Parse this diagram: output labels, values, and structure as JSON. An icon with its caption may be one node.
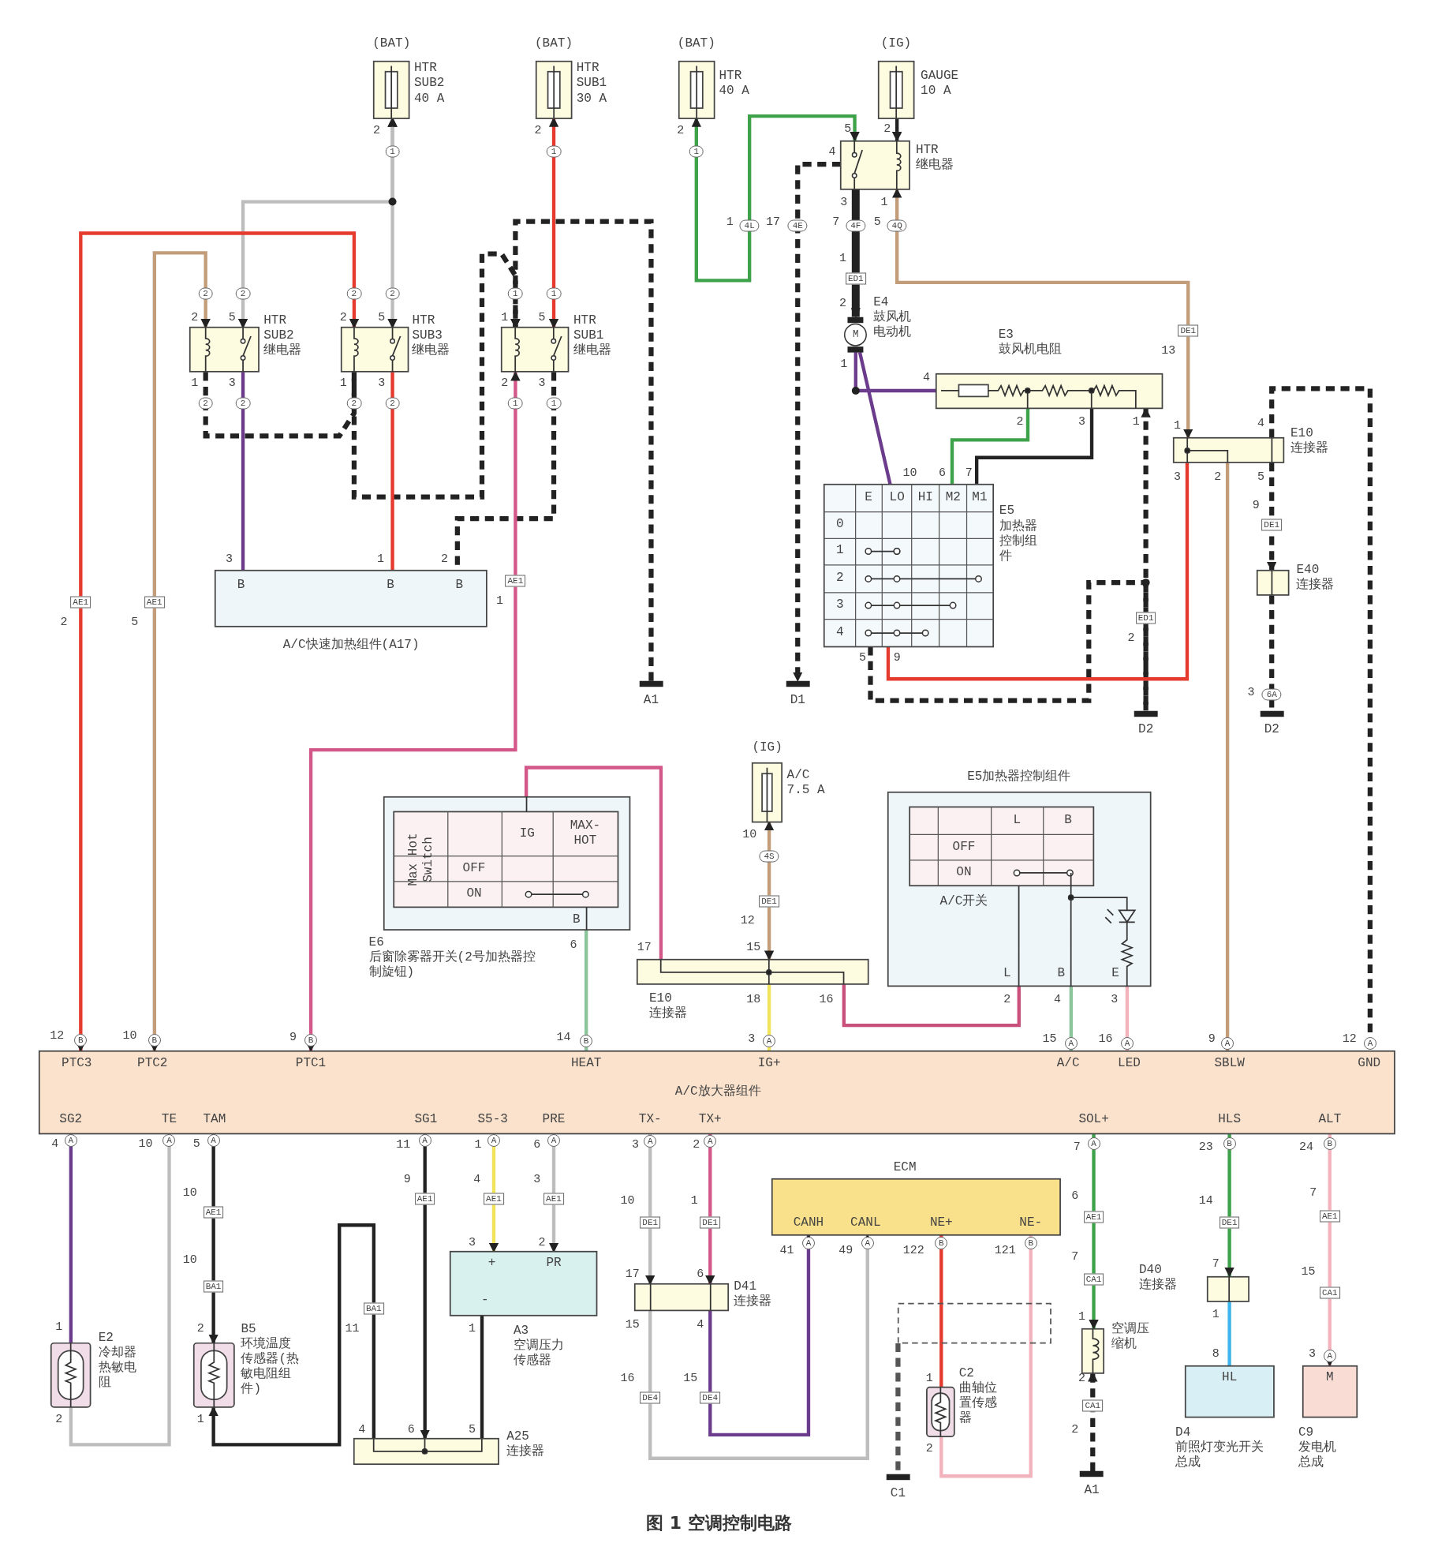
{
  "diagram": {
    "caption": "图 1 空调控制电路",
    "nodes": [
      {
        "text": [
          "(BAT)",
          "HTR SUB2 40 A"
        ]
      },
      {
        "text": [
          "(BAT)",
          "HTR SUB1 30 A"
        ]
      },
      {
        "text": [
          "(BAT)",
          "HTR 40 A"
        ]
      },
      {
        "text": [
          "(IG)",
          "GAUGE 10 A"
        ]
      },
      {
        "text": [
          "HTR 继电器"
        ]
      },
      {
        "text": [
          "HTR SUB2 继电器"
        ]
      },
      {
        "text": [
          "HTR SUB3 继电器"
        ]
      },
      {
        "text": [
          "HTR SUB1 继电器"
        ]
      },
      {
        "text": [
          "B",
          "B",
          "B",
          "A/C快速加热组件(A17)"
        ]
      },
      {
        "text": [
          "A1"
        ]
      },
      {
        "text": [
          "D1"
        ]
      },
      {
        "text": [
          "M",
          "E4 鼓风机电动机"
        ]
      },
      {
        "text": [
          "E3 鼓风机电阻"
        ]
      },
      {
        "text": [
          "E",
          "LO",
          "HI",
          "M2",
          "M1",
          "0",
          "1",
          "2",
          "3",
          "4",
          "E5 加热器控制组件"
        ]
      },
      {
        "text": [
          "E10 连接器"
        ]
      },
      {
        "text": [
          "E40 连接器"
        ]
      },
      {
        "text": [
          "D2"
        ]
      },
      {
        "text": [
          "D2"
        ]
      },
      {
        "text": [
          "Max Hot Switch",
          "IG",
          "MAX-HOT",
          "OFF",
          "ON",
          "B",
          "E6 后窗除雾器开关(2号加热器控制旋钮)"
        ]
      },
      {
        "text": [
          "(IG)",
          "A/C 7.5 A"
        ]
      },
      {
        "text": [
          "E10 连接器"
        ]
      },
      {
        "text": [
          "E5加热器控制组件",
          "L",
          "B",
          "OFF",
          "ON",
          "A/C开关",
          "L",
          "B",
          "E"
        ]
      },
      {
        "text": [
          "PTC3",
          "PTC2",
          "PTC1",
          "HEAT",
          "IG+",
          "A/C",
          "LED",
          "SBLW",
          "GND",
          "A/C放大器组件",
          "SG2",
          "TE",
          "TAM",
          "SG1",
          "S5-3",
          "PRE",
          "TX-",
          "TX+",
          "SOL+",
          "HLS",
          "ALT"
        ]
      },
      {
        "text": [
          "ECM",
          "CANH",
          "CANL",
          "NE+",
          "NE-"
        ]
      },
      {
        "text": [
          "E2 冷却器热敏电阻"
        ]
      },
      {
        "text": [
          "B5 环境温度传感器(热敏电阻组件)"
        ]
      },
      {
        "text": [
          "A25 连接器"
        ]
      },
      {
        "text": [
          "+",
          "PR",
          "-",
          "A3 空调压力传感器"
        ]
      },
      {
        "text": [
          "D41 连接器"
        ]
      },
      {
        "text": [
          "C2 曲轴位置传感器"
        ]
      },
      {
        "text": [
          "C1"
        ]
      },
      {
        "text": [
          "空调压缩机"
        ]
      },
      {
        "text": [
          "A1"
        ]
      },
      {
        "text": [
          "D40 连接器"
        ]
      },
      {
        "text": [
          "HL",
          "D4 前照灯变光开关总成"
        ]
      },
      {
        "text": [
          "M",
          "C9 发电机总成"
        ]
      }
    ],
    "edges": [
      {
        "from": 0,
        "to": 5,
        "arrow": "both",
        "color": "#bdbdbd"
      },
      {
        "from": 0,
        "to": 6,
        "arrow": "both",
        "color": "#bdbdbd"
      },
      {
        "from": 1,
        "to": 7,
        "arrow": "both",
        "color": "#e53b2f"
      },
      {
        "from": 2,
        "to": 4,
        "arrow": "both",
        "color": "#3da24a"
      },
      {
        "from": 3,
        "to": 4,
        "arrow": "to",
        "color": "#222222"
      },
      {
        "from": 4,
        "to": 11,
        "arrow": "to",
        "style": "thick",
        "color": "#222222"
      },
      {
        "from": 4,
        "to": 10,
        "arrow": "to",
        "style": "dashed",
        "color": "#222222"
      },
      {
        "from": 4,
        "to": 14,
        "arrow": "both",
        "color": "#c39c7a"
      },
      {
        "from": 11,
        "to": 12,
        "arrow": "none",
        "color": "#6b3b8c"
      },
      {
        "from": 11,
        "to": 13,
        "arrow": "none",
        "color": "#6b3b8c"
      },
      {
        "from": 12,
        "to": 13,
        "arrow": "none",
        "color": "#3da24a"
      },
      {
        "from": 12,
        "to": 13,
        "arrow": "none",
        "color": "#222222"
      },
      {
        "from": 16,
        "to": 12,
        "arrow": "to",
        "style": "dashed",
        "color": "#222222"
      },
      {
        "from": 13,
        "to": 16,
        "arrow": "none",
        "style": "dashed",
        "color": "#222222"
      },
      {
        "from": 13,
        "to": 14,
        "arrow": "none",
        "color": "#e53b2f"
      },
      {
        "from": 14,
        "to": 22,
        "arrow": "none",
        "color": "#c39c7a"
      },
      {
        "from": 14,
        "to": 15,
        "arrow": "to",
        "style": "dashed",
        "color": "#222222"
      },
      {
        "from": 15,
        "to": 17,
        "arrow": "none",
        "style": "dashed",
        "color": "#222222"
      },
      {
        "from": 14,
        "to": 22,
        "arrow": "none",
        "style": "dashed",
        "color": "#222222"
      },
      {
        "from": 9,
        "to": 7,
        "arrow": "to",
        "style": "dashed",
        "color": "#222222"
      },
      {
        "from": 5,
        "to": 6,
        "arrow": "none",
        "style": "dashed",
        "color": "#222222"
      },
      {
        "from": 6,
        "to": 7,
        "arrow": "to",
        "style": "dashed",
        "color": "#222222"
      },
      {
        "from": 7,
        "to": 8,
        "arrow": "none",
        "style": "dashed",
        "color": "#222222"
      },
      {
        "from": 5,
        "to": 8,
        "arrow": "none",
        "color": "#6b3b8c"
      },
      {
        "from": 6,
        "to": 8,
        "arrow": "none",
        "color": "#e53b2f"
      },
      {
        "from": 6,
        "to": 22,
        "arrow": "both",
        "color": "#e53b2f"
      },
      {
        "from": 5,
        "to": 22,
        "arrow": "both",
        "color": "#c39c7a"
      },
      {
        "from": 7,
        "to": 22,
        "arrow": "both",
        "color": "#d4578a"
      },
      {
        "from": 18,
        "to": 20,
        "arrow": "none",
        "color": "#d4578a"
      },
      {
        "from": 18,
        "to": 22,
        "arrow": "none",
        "color": "#8cc49c"
      },
      {
        "from": 19,
        "to": 20,
        "arrow": "both",
        "color": "#c39c7a"
      },
      {
        "from": 20,
        "to": 22,
        "arrow": "none",
        "color": "#f1e35a"
      },
      {
        "from": 20,
        "to": 21,
        "arrow": "none",
        "color": "#c8507a"
      },
      {
        "from": 21,
        "to": 22,
        "arrow": "none",
        "color": "#8cc49c"
      },
      {
        "from": 21,
        "to": 22,
        "arrow": "none",
        "color": "#f3b3bd"
      },
      {
        "from": 22,
        "to": 24,
        "arrow": "none",
        "color": "#6b3b8c"
      },
      {
        "from": 22,
        "to": 24,
        "arrow": "none",
        "color": "#bdbdbd"
      },
      {
        "from": 22,
        "to": 25,
        "arrow": "to",
        "color": "#222222"
      },
      {
        "from": 26,
        "to": 25,
        "arrow": "to",
        "color": "#222222"
      },
      {
        "from": 22,
        "to": 26,
        "arrow": "to",
        "color": "#222222"
      },
      {
        "from": 22,
        "to": 27,
        "arrow": "to",
        "color": "#f1e35a"
      },
      {
        "from": 22,
        "to": 27,
        "arrow": "to",
        "color": "#bdbdbd"
      },
      {
        "from": 27,
        "to": 26,
        "arrow": "none",
        "color": "#222222"
      },
      {
        "from": 22,
        "to": 28,
        "arrow": "to",
        "color": "#bdbdbd"
      },
      {
        "from": 22,
        "to": 28,
        "arrow": "to",
        "color": "#d4578a"
      },
      {
        "from": 28,
        "to": 23,
        "arrow": "to",
        "color": "#bdbdbd"
      },
      {
        "from": 28,
        "to": 23,
        "arrow": "to",
        "color": "#6b3b8c"
      },
      {
        "from": 23,
        "to": 29,
        "arrow": "none",
        "color": "#e53b2f"
      },
      {
        "from": 23,
        "to": 29,
        "arrow": "none",
        "color": "#f3b3bd"
      },
      {
        "from": 29,
        "to": 30,
        "arrow": "none",
        "style": "dashed",
        "color": "#555555"
      },
      {
        "from": 22,
        "to": 31,
        "arrow": "to",
        "color": "#3da24a"
      },
      {
        "from": 32,
        "to": 31,
        "arrow": "to",
        "style": "dashed",
        "color": "#222222"
      },
      {
        "from": 22,
        "to": 33,
        "arrow": "to",
        "color": "#3da24a"
      },
      {
        "from": 33,
        "to": 34,
        "arrow": "none",
        "color": "#3db4ea"
      },
      {
        "from": 22,
        "to": 35,
        "arrow": "to",
        "color": "#f3b3bd"
      }
    ],
    "labels": [
      "2",
      "1",
      "2",
      "1",
      "2",
      "1",
      "5",
      "2",
      "4",
      "3",
      "1",
      "1",
      "4L",
      "17",
      "4E",
      "7",
      "4F",
      "5",
      "4Q",
      "1",
      "ED1",
      "2",
      "1",
      "4",
      "DE1",
      "13",
      "2",
      "3",
      "1",
      "1",
      "4",
      "10",
      "6",
      "7",
      "3",
      "2",
      "5",
      "9",
      "DE1",
      "ED1",
      "2",
      "5",
      "9",
      "3",
      "6A",
      "2",
      "2",
      "2",
      "5",
      "1",
      "3",
      "2",
      "2",
      "2",
      "2",
      "2",
      "5",
      "1",
      "3",
      "2",
      "2",
      "1",
      "1",
      "1",
      "5",
      "2",
      "3",
      "1",
      "1",
      "3",
      "1",
      "2",
      "AE1",
      "2",
      "AE1",
      "5",
      "AE1",
      "1",
      "6",
      "17",
      "10",
      "4S",
      "DE1",
      "12",
      "15",
      "18",
      "16",
      "2",
      "4",
      "3",
      "12",
      "B",
      "10",
      "B",
      "9",
      "B",
      "14",
      "B",
      "3",
      "A",
      "15",
      "A",
      "16",
      "A",
      "9",
      "A",
      "12",
      "A",
      "4",
      "A",
      "10",
      "A",
      "5",
      "A",
      "11",
      "A",
      "1",
      "A",
      "6",
      "A",
      "3",
      "A",
      "2",
      "A",
      "7",
      "A",
      "23",
      "B",
      "24",
      "B",
      "10",
      "AE1",
      "10",
      "BA1",
      "9",
      "AE1",
      "4",
      "AE1",
      "3",
      "AE1",
      "10",
      "DE1",
      "1",
      "DE1",
      "6",
      "AE1",
      "14",
      "DE1",
      "7",
      "AE1",
      "41",
      "A",
      "49",
      "A",
      "122",
      "B",
      "121",
      "B",
      "3",
      "2",
      "17",
      "6",
      "7",
      "CA1",
      "7",
      "15",
      "CA1",
      "1",
      "2",
      "BA1",
      "11",
      "1",
      "15",
      "4",
      "1",
      "1",
      "8",
      "3",
      "A",
      "16",
      "15",
      "1",
      "2",
      "DE4",
      "DE4",
      "CA1",
      "2",
      "1",
      "4",
      "6",
      "5",
      "2",
      "2"
    ]
  }
}
